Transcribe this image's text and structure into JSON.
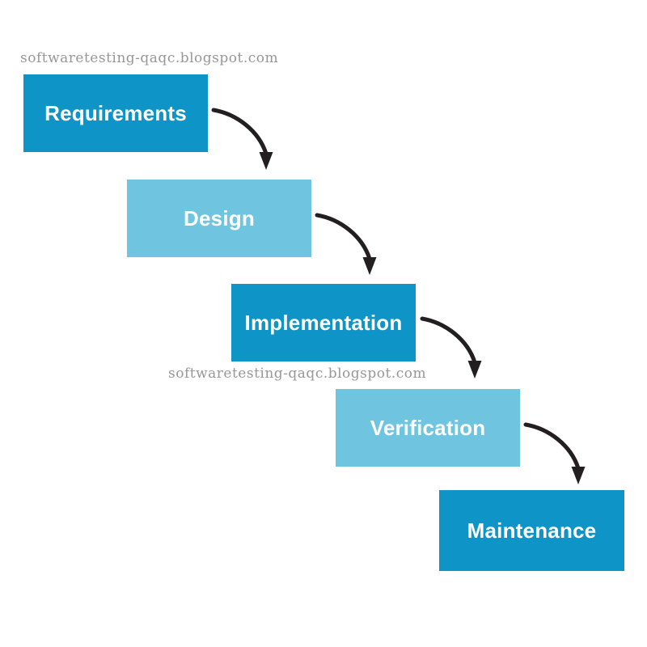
{
  "diagram": {
    "watermarks": [
      {
        "text": "softwaretesting-qaqc.blogspot.com"
      },
      {
        "text": "softwaretesting-qaqc.blogspot.com"
      }
    ],
    "phases": [
      {
        "label": "Requirements",
        "tone": "dark"
      },
      {
        "label": "Design",
        "tone": "light"
      },
      {
        "label": "Implementation",
        "tone": "dark"
      },
      {
        "label": "Verification",
        "tone": "light"
      },
      {
        "label": "Maintenance",
        "tone": "dark"
      }
    ],
    "connectors": [
      {
        "from": "Requirements",
        "to": "Design"
      },
      {
        "from": "Design",
        "to": "Implementation"
      },
      {
        "from": "Implementation",
        "to": "Verification"
      },
      {
        "from": "Verification",
        "to": "Maintenance"
      }
    ],
    "colors": {
      "background": "#ffffff",
      "dark_blue": "#0e94c6",
      "light_blue": "#6fc5e0",
      "arrow": "#231f20",
      "watermark": "#979797",
      "label_text": "#ffffff"
    }
  }
}
